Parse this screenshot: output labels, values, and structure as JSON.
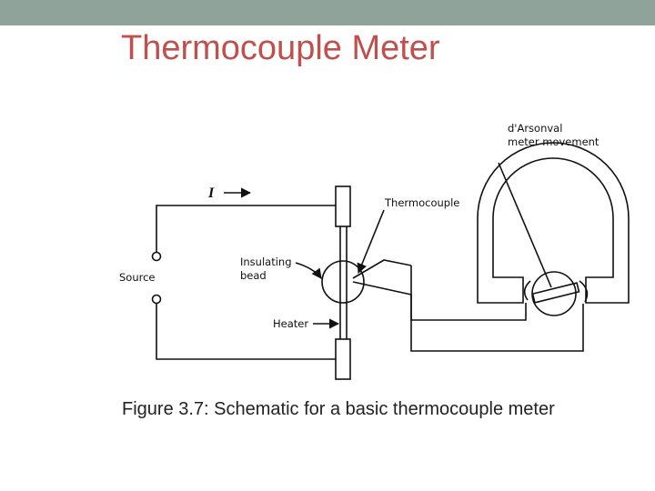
{
  "slide": {
    "title": "Thermocouple Meter",
    "caption": "Figure 3.7: Schematic for a basic thermocouple meter"
  },
  "diagram": {
    "labels": {
      "current": "I",
      "source": "Source",
      "insulating_bead_line1": "Insulating",
      "insulating_bead_line2": "bead",
      "heater": "Heater",
      "thermocouple": "Thermocouple",
      "meter_line1": "d'Arsonval",
      "meter_line2": "meter movement"
    }
  },
  "colors": {
    "top_bar": "#8fa39a",
    "title": "#c0504d",
    "line": "#111111"
  }
}
